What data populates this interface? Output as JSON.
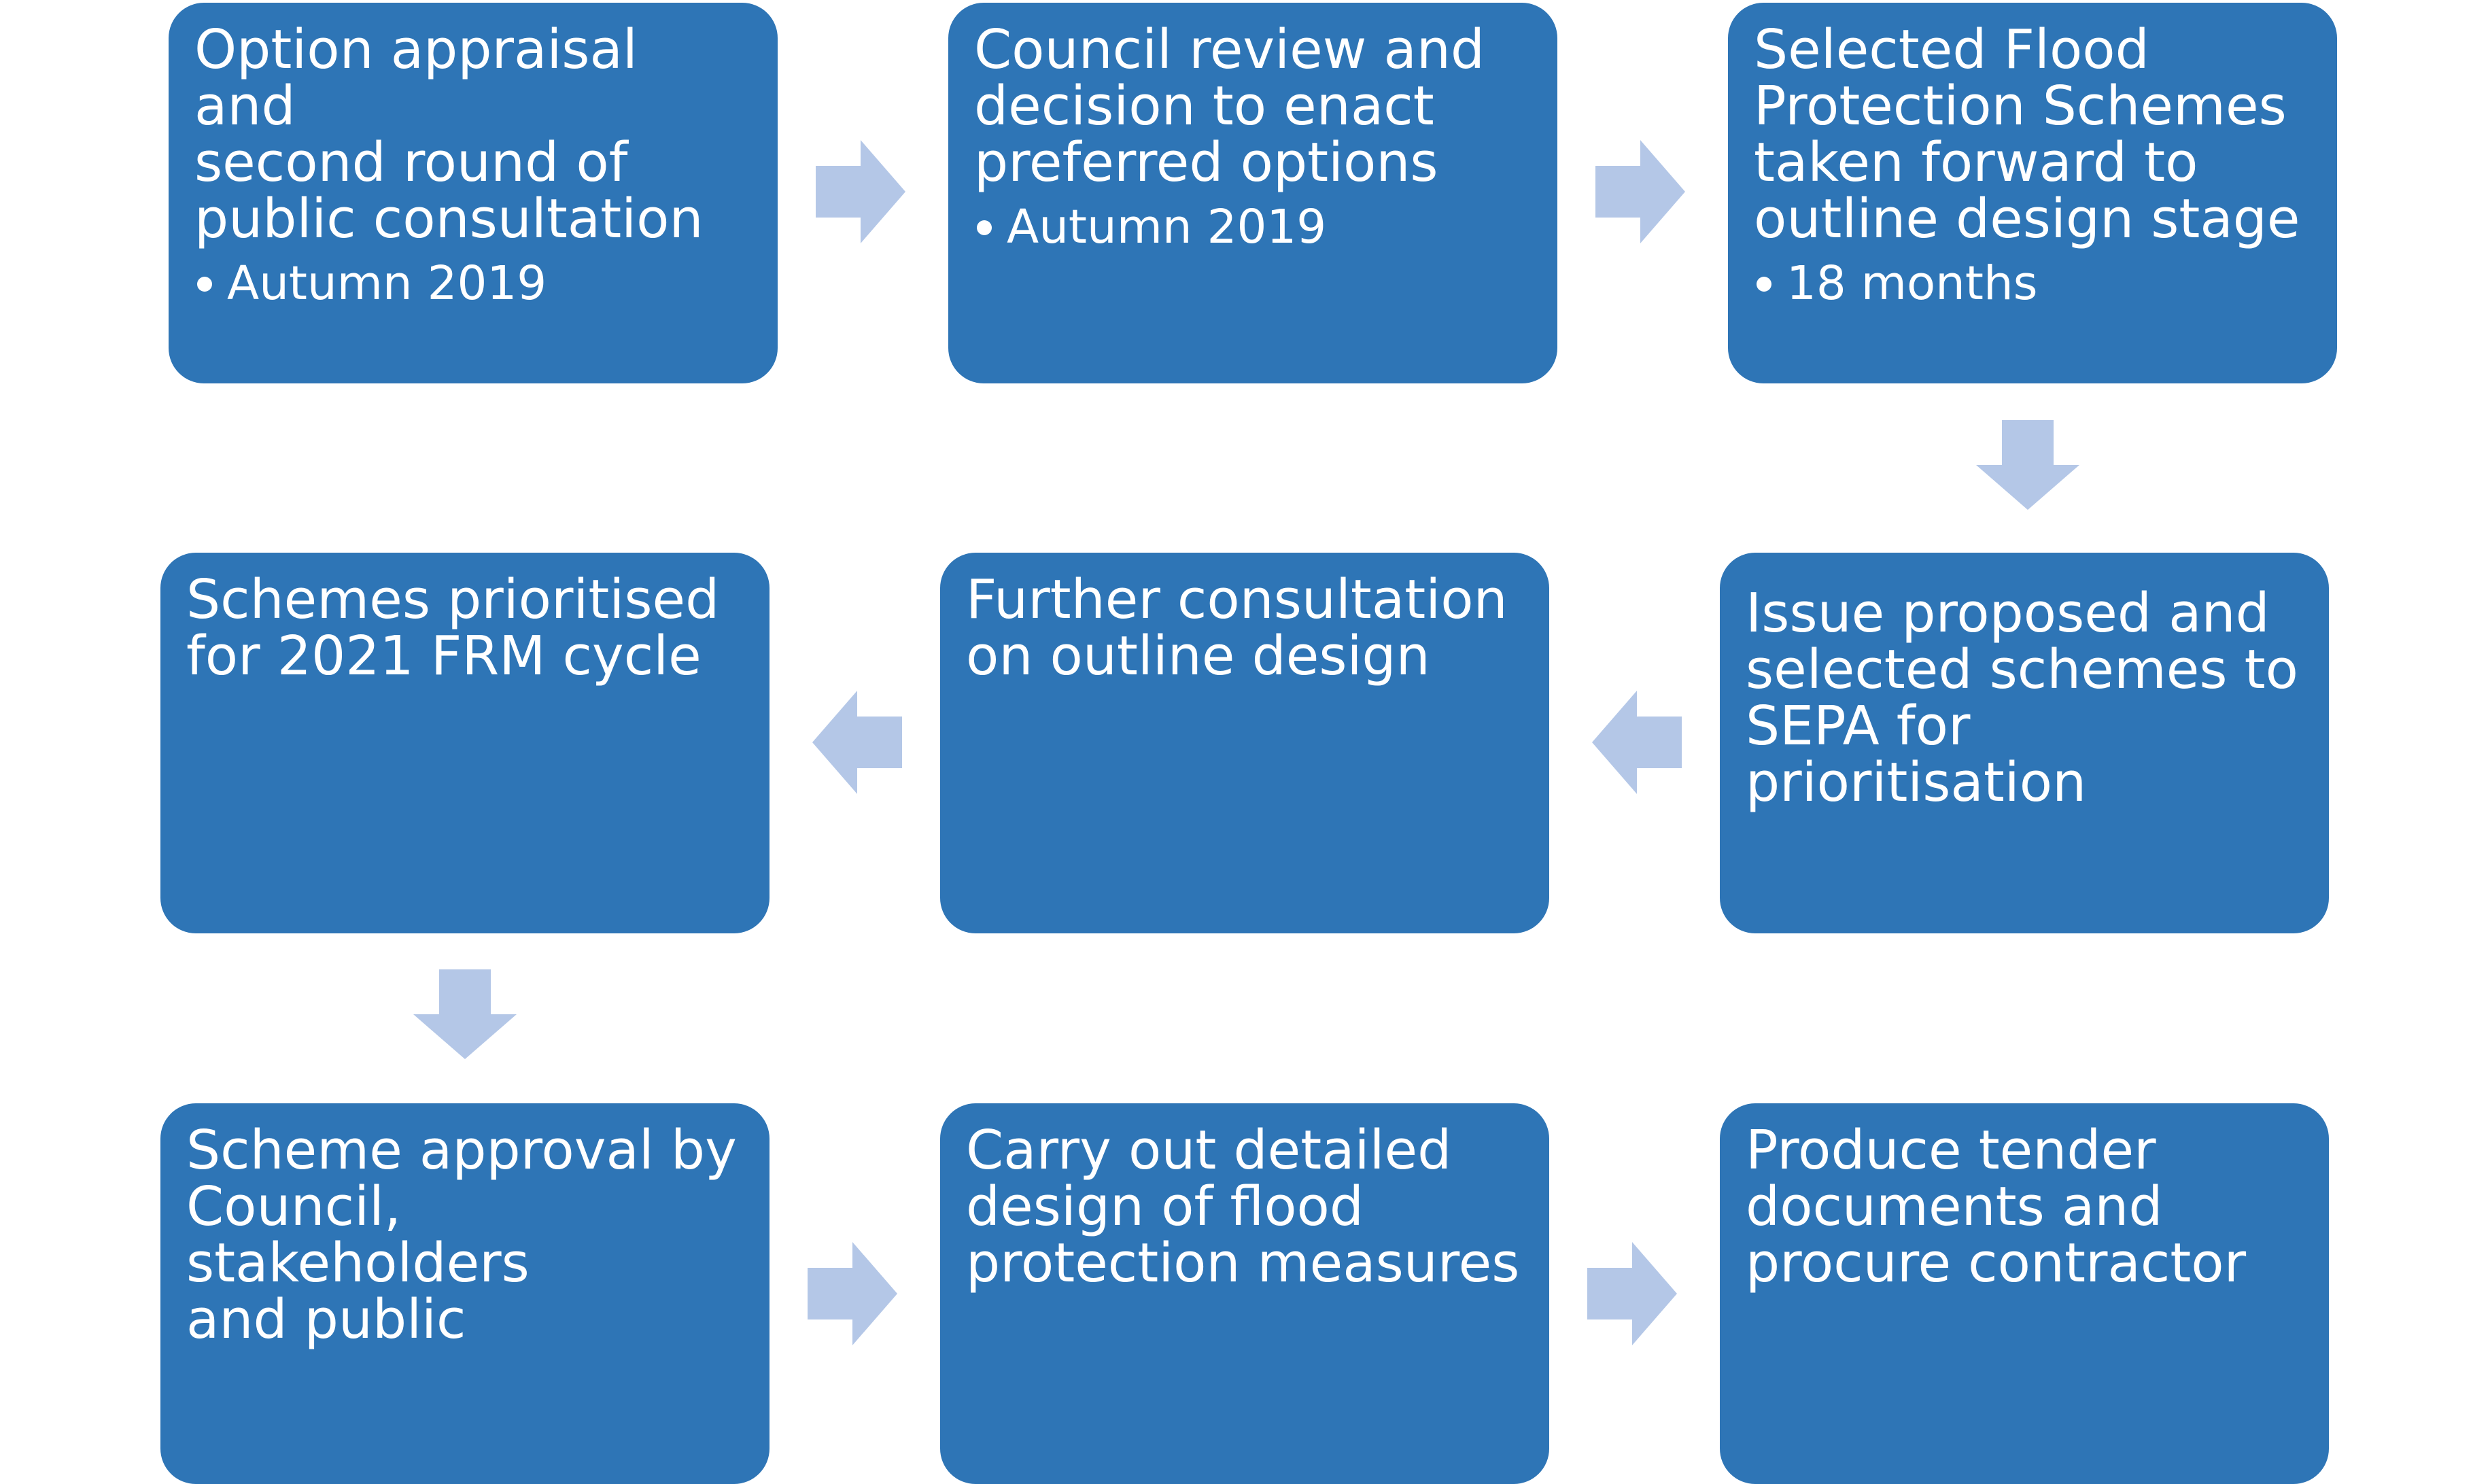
{
  "colors": {
    "box_fill": "#2e75b6",
    "arrow_fill": "#b4c7e7",
    "text": "#ffffff"
  },
  "steps": [
    {
      "title": "Option appraisal and\nsecond round of\npublic consultation",
      "bullet": "Autumn 2019"
    },
    {
      "title": "Council review and\ndecision to enact\npreferred options",
      "bullet": "Autumn 2019"
    },
    {
      "title": "Selected Flood\nProtection Schemes\ntaken forward to\noutline design stage",
      "bullet": "18 months"
    },
    {
      "title": "Issue proposed and\nselected schemes to\nSEPA for\nprioritisation"
    },
    {
      "title": "Further consultation\non outline design"
    },
    {
      "title": "Schemes prioritised\nfor 2021 FRM cycle"
    },
    {
      "title": "Scheme approval by\nCouncil, stakeholders\nand public"
    },
    {
      "title": "Carry out detailed\ndesign of flood\nprotection measures"
    },
    {
      "title": "Produce tender\ndocuments and\nprocure contractor"
    }
  ],
  "arrows": [
    {
      "from": 1,
      "to": 2,
      "direction": "right"
    },
    {
      "from": 2,
      "to": 3,
      "direction": "right"
    },
    {
      "from": 3,
      "to": 4,
      "direction": "down"
    },
    {
      "from": 4,
      "to": 5,
      "direction": "left"
    },
    {
      "from": 5,
      "to": 6,
      "direction": "left"
    },
    {
      "from": 6,
      "to": 7,
      "direction": "down"
    },
    {
      "from": 7,
      "to": 8,
      "direction": "right"
    },
    {
      "from": 8,
      "to": 9,
      "direction": "right"
    }
  ]
}
